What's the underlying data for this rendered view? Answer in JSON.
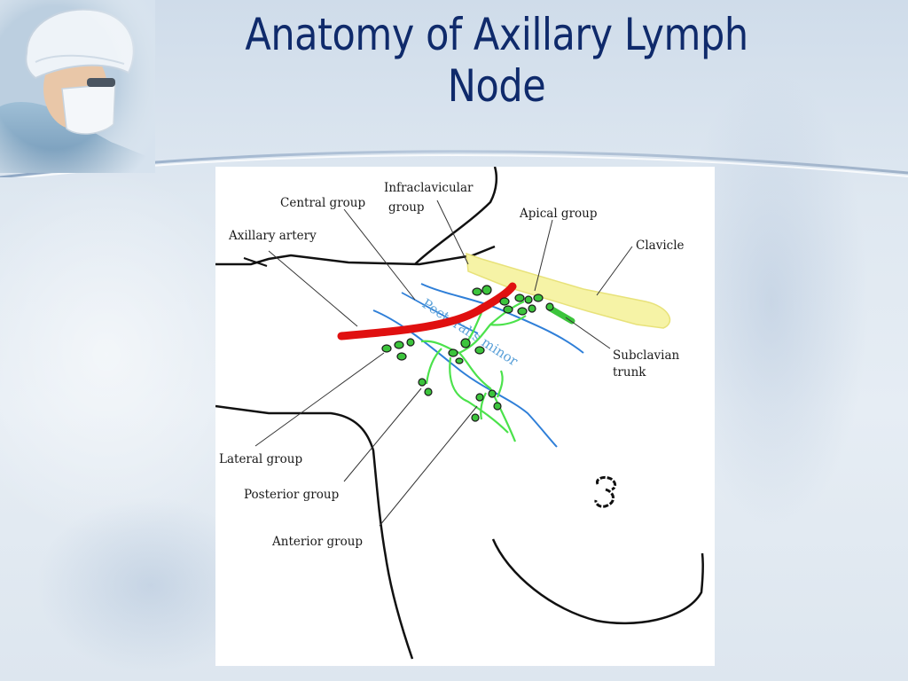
{
  "slide": {
    "title_line1": "Anatomy of Axillary Lymph",
    "title_line2": "Node"
  },
  "diagram": {
    "labels": {
      "central_group": "Central group",
      "infraclavicular_line1": "Infraclavicular",
      "infraclavicular_line2": "group",
      "apical_group": "Apical group",
      "axillary_artery": "Axillary artery",
      "clavicle": "Clavicle",
      "subclavian_line1": "Subclavian",
      "subclavian_line2": "trunk",
      "lateral_group": "Lateral group",
      "posterior_group": "Posterior group",
      "anterior_group": "Anterior group",
      "pectoralis_minor": "Pectoralis minor"
    },
    "colors": {
      "artery": "#e01010",
      "clavicle": "#f6f3a6",
      "lymph_node": "#3cc43c",
      "lymph_vessel": "#4be24b",
      "muscle_border": "#2f7fd8",
      "title": "#0f2a6b"
    }
  }
}
